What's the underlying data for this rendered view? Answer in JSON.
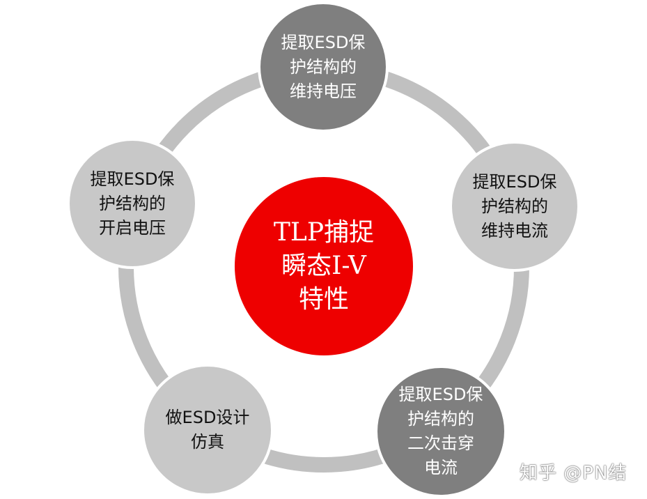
{
  "center": {
    "label": "TLP捕捉\n瞬态I-V\n特性",
    "color": "#ee0000"
  },
  "nodes": [
    {
      "id": "top",
      "label": "提取ESD保\n护结构的\n维持电压",
      "tone": "dark"
    },
    {
      "id": "right",
      "label": "提取ESD保\n护结构的\n维持电流",
      "tone": "light"
    },
    {
      "id": "bottom-right",
      "label": "提取ESD保\n护结构的\n二次击穿\n电流",
      "tone": "dark"
    },
    {
      "id": "bottom-left",
      "label": "做ESD设计\n仿真",
      "tone": "light"
    },
    {
      "id": "left",
      "label": "提取ESD保\n护结构的\n开启电压",
      "tone": "light"
    }
  ],
  "colors": {
    "ring": "#c0c0c0",
    "dark_node": "#7f7f7f",
    "light_node": "#c8c8c8"
  },
  "watermark": "知乎 @PN结"
}
